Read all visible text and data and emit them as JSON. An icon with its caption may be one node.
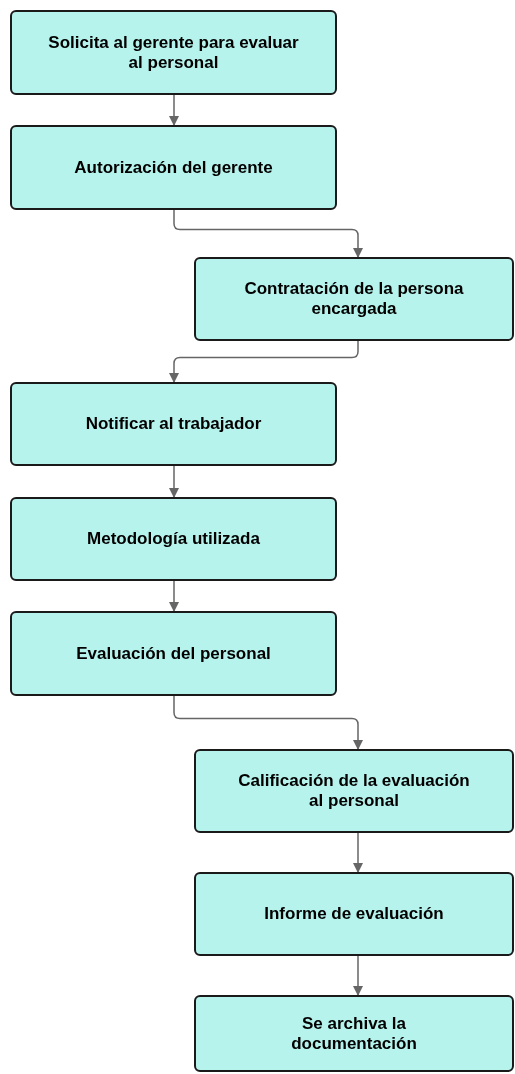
{
  "diagram": {
    "nodes": [
      {
        "text": [
          "Solicita al gerente para evaluar al personal"
        ]
      },
      {
        "text": [
          "Autorización del gerente"
        ]
      },
      {
        "text": [
          "Contratación de la persona encargada"
        ]
      },
      {
        "text": [
          "Notificar al trabajador"
        ]
      },
      {
        "text": [
          "Metodología utilizada"
        ]
      },
      {
        "text": [
          "Evaluación del personal"
        ]
      },
      {
        "text": [
          "Calificación de la evaluación al personal"
        ]
      },
      {
        "text": [
          "Informe de evaluación"
        ]
      },
      {
        "text": [
          "Se archiva la documentación"
        ]
      }
    ],
    "edges": [
      {
        "from": 0,
        "to": 1,
        "arrow": "to"
      },
      {
        "from": 1,
        "to": 2,
        "arrow": "to"
      },
      {
        "from": 2,
        "to": 3,
        "arrow": "to"
      },
      {
        "from": 3,
        "to": 4,
        "arrow": "to"
      },
      {
        "from": 4,
        "to": 5,
        "arrow": "to"
      },
      {
        "from": 5,
        "to": 6,
        "arrow": "to"
      },
      {
        "from": 6,
        "to": 7,
        "arrow": "to"
      },
      {
        "from": 7,
        "to": 8,
        "arrow": "to"
      }
    ]
  }
}
